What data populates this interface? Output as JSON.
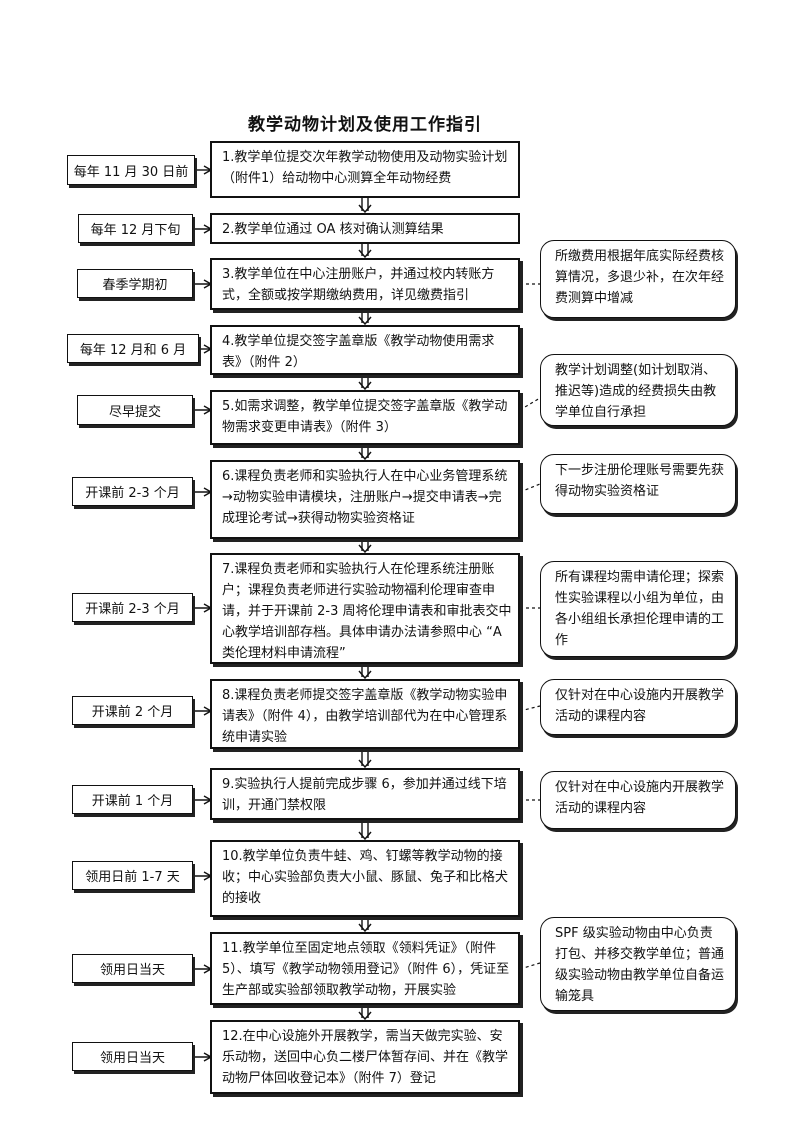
{
  "title": "教学动物计划及使用工作指引",
  "steps": [
    {
      "text": "1.教学单位提交次年教学动物使用及动物实验计划（附件1）给动物中心测算全年动物经费",
      "timing": "每年 11 月 30 日前"
    },
    {
      "text": "2.教学单位通过 OA 核对确认测算结果",
      "timing": "每年 12 月下旬"
    },
    {
      "text": "3.教学单位在中心注册账户，并通过校内转账方式，全额或按学期缴纳费用，详见缴费指引",
      "timing": "春季学期初"
    },
    {
      "text": "4.教学单位提交签字盖章版《教学动物使用需求表》（附件 2）",
      "timing": "每年 12 月和 6 月"
    },
    {
      "text": "5.如需求调整，教学单位提交签字盖章版《教学动物需求变更申请表》（附件 3）",
      "timing": "尽早提交"
    },
    {
      "text": "6.课程负责老师和实验执行人在中心业务管理系统→动物实验申请模块，注册账户→提交申请表→完成理论考试→获得动物实验资格证",
      "timing": "开课前 2-3 个月"
    },
    {
      "text": "7.课程负责老师和实验执行人在伦理系统注册账户；课程负责老师进行实验动物福利伦理审查申请，并于开课前 2-3 周将伦理申请表和审批表交中心教学培训部存档。具体申请办法请参照中心 “A 类伦理材料申请流程”",
      "timing": "开课前 2-3 个月"
    },
    {
      "text": "8.课程负责老师提交签字盖章版《教学动物实验申请表》（附件 4），由教学培训部代为在中心管理系统申请实验",
      "timing": "开课前 2 个月"
    },
    {
      "text": "9.实验执行人提前完成步骤 6，参加并通过线下培训，开通门禁权限",
      "timing": "开课前 1 个月"
    },
    {
      "text": "10.教学单位负责牛蛙、鸡、钉螺等教学动物的接收；中心实验部负责大小鼠、豚鼠、兔子和比格犬的接收",
      "timing": "领用日前 1-7 天"
    },
    {
      "text": "11.教学单位至固定地点领取《领料凭证》（附件 5）、填写《教学动物领用登记》（附件 6），凭证至生产部或实验部领取教学动物，开展实验",
      "timing": "领用日当天"
    },
    {
      "text": "12.在中心设施外开展教学，需当天做完实验、安乐动物，送回中心负二楼尸体暂存间、并在《教学动物尸体回收登记本》（附件 7）登记",
      "timing": "领用日当天"
    }
  ],
  "notes": [
    "所缴费用根据年底实际经费核算情况，多退少补，在次年经费测算中增减",
    "教学计划调整(如计划取消、推迟等)造成的经费损失由教学单位自行承担",
    "下一步注册伦理账号需要先获得动物实验资格证",
    "所有课程均需申请伦理；探索性实验课程以小组为单位，由各小组组长承担伦理申请的工作",
    "仅针对在中心设施内开展教学活动的课程内容",
    "仅针对在中心设施内开展教学活动的课程内容",
    "SPF 级实验动物由中心负责打包、并移交教学单位；普通级实验动物由教学单位自备运输笼具"
  ]
}
